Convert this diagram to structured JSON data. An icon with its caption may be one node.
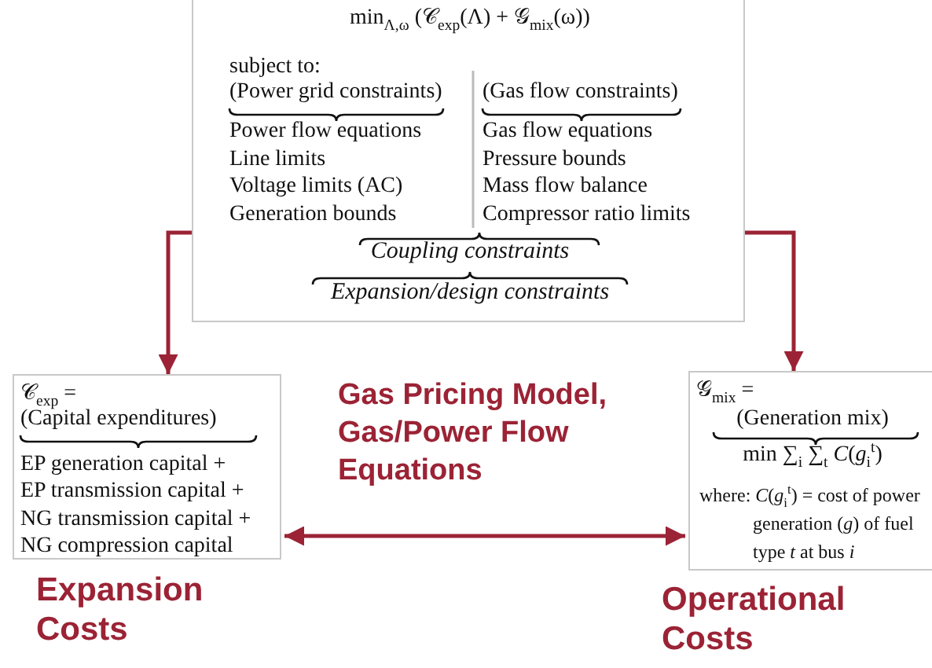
{
  "diagram": {
    "nodes": [
      {
        "text": [
          "min$_{Λ,ω}$ (𝒞$_{exp}$(Λ) + 𝒢$_{mix}$(ω))",
          "subject to:",
          "(Power grid constraints)",
          "Power flow equations",
          "Line limits",
          "Voltage limits (AC)",
          "Generation bounds",
          "(Gas flow constraints)",
          "Gas flow equations",
          "Pressure bounds",
          "Mass flow balance",
          "Compressor ratio limits",
          "Coupling constraints",
          "Expansion/design constraints"
        ]
      },
      {
        "text": [
          "𝒞$_{exp}$ =",
          "(Capital expenditures)",
          "EP generation capital +",
          "EP transmission capital +",
          "NG transmission capital +",
          "NG compression capital"
        ],
        "beside": [
          "Expansion Costs"
        ]
      },
      {
        "text": [
          "𝒢$_{mix}$ =",
          "(Generation mix)",
          "min ∑$_{i}$ ∑$_{t}$ *C*(*g*$_{i}$$^{t}$)",
          "where: *C*(*g*$_{i}$$^{t}$) = cost of power generation (*g*) of fuel type *t* at bus *i*"
        ],
        "beside": [
          "Operational Costs"
        ]
      }
    ],
    "edges": [
      {
        "from": 0,
        "to": 1,
        "arrow": "to"
      },
      {
        "from": 0,
        "to": 2,
        "arrow": "to"
      },
      {
        "from": 1,
        "to": 2,
        "arrow": "both",
        "label": "Gas Pricing Model, Gas/Power Flow Equations"
      }
    ]
  }
}
